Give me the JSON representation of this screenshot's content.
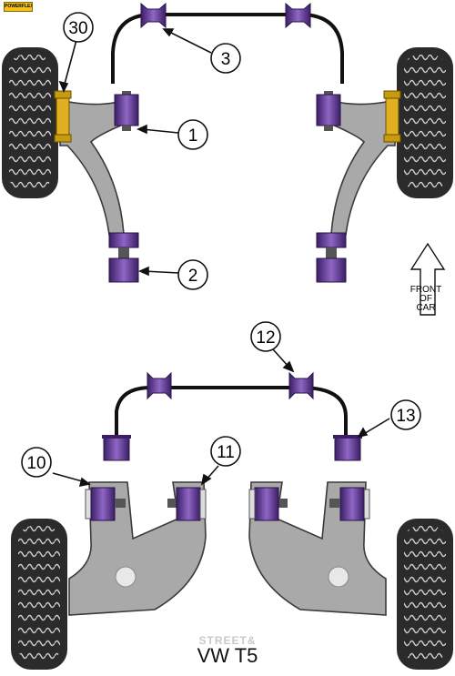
{
  "brand_tag": "POWERFLEX",
  "title": "VW T5",
  "watermark": {
    "logo": "STREET&"
  },
  "front_arrow": {
    "lines": [
      "FRONT",
      "OF",
      "CAR"
    ]
  },
  "callouts": [
    {
      "id": "c30",
      "label": "30"
    },
    {
      "id": "c3",
      "label": "3"
    },
    {
      "id": "c1",
      "label": "1"
    },
    {
      "id": "c2",
      "label": "2"
    },
    {
      "id": "c12",
      "label": "12"
    },
    {
      "id": "c13",
      "label": "13"
    },
    {
      "id": "c10",
      "label": "10"
    },
    {
      "id": "c11",
      "label": "11"
    }
  ],
  "colors": {
    "bush": "#6a3fa0",
    "bush_dark": "#3b1f66",
    "bush_light": "#8f66c4",
    "arm": "#a9a9a9",
    "arm_edge": "#3a3a3a",
    "tyre": "#2b2b2b",
    "bolt": "#e0b020",
    "bar": "#111111"
  }
}
